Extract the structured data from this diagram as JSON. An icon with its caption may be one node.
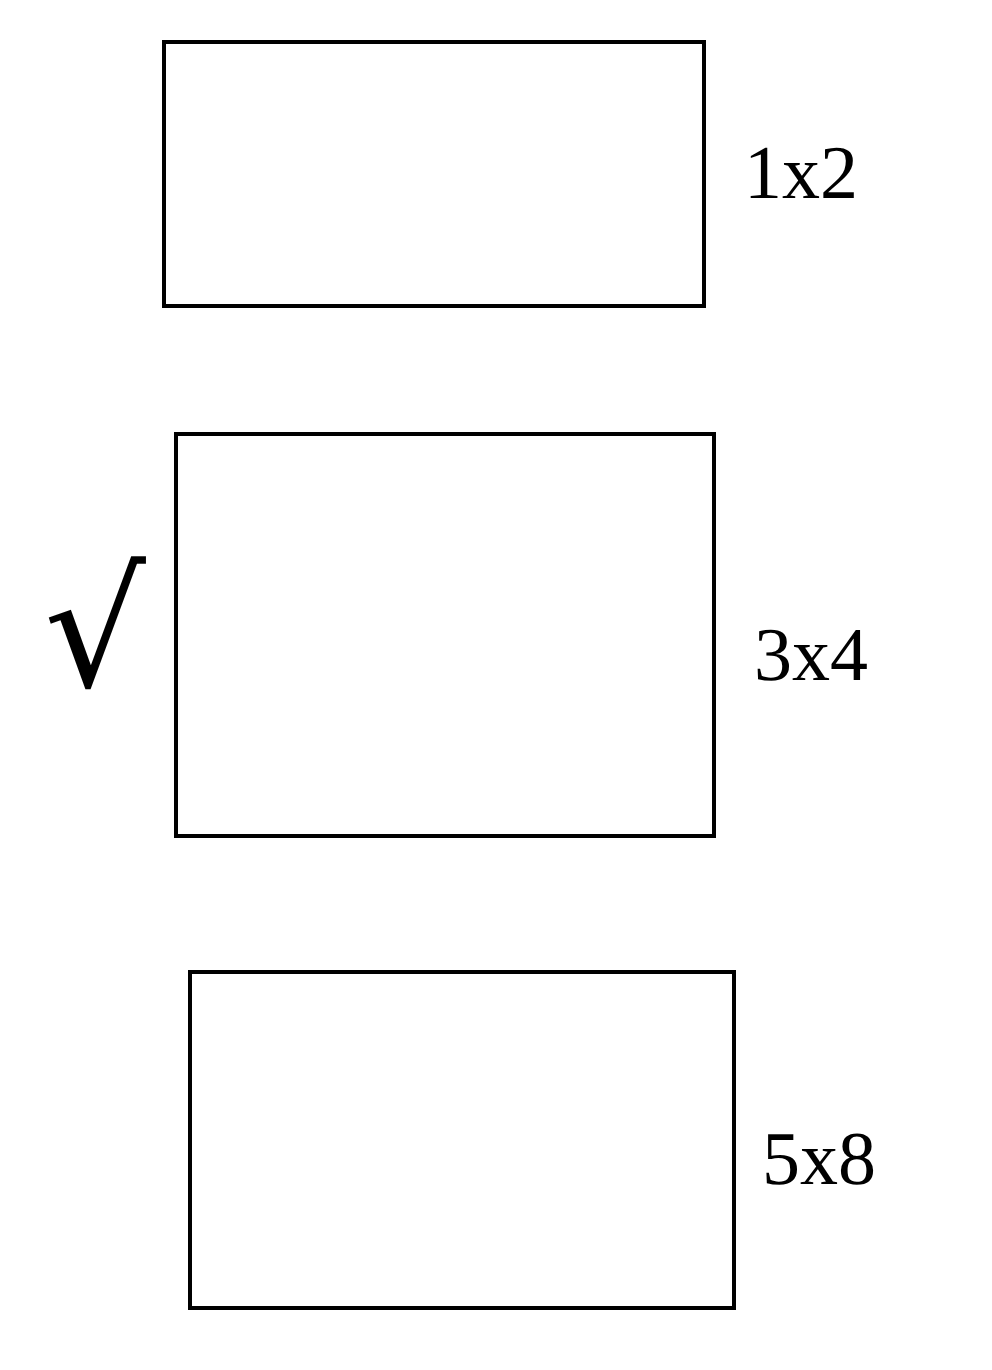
{
  "diagram": {
    "nodes": [
      {
        "text": [],
        "shape": "box",
        "beside": [
          "1x2"
        ]
      },
      {
        "text": [],
        "shape": "box",
        "beside": [
          "3x4"
        ]
      },
      {
        "text": [],
        "shape": "box",
        "beside": [
          "5x8"
        ]
      }
    ],
    "labels": [
      "√"
    ]
  }
}
